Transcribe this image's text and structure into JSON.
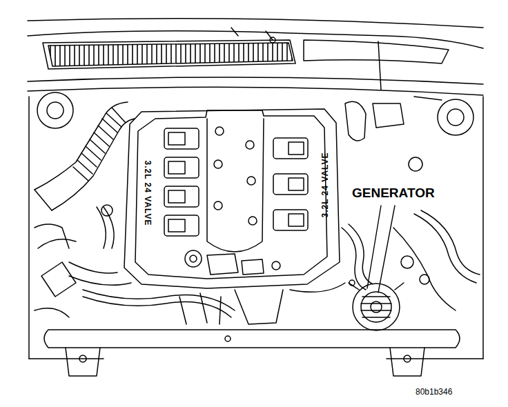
{
  "diagram": {
    "labels": [
      "3.2L 24 VALVE",
      "3.2L 24 VALVE",
      "GENERATOR",
      "80b1b346"
    ]
  }
}
